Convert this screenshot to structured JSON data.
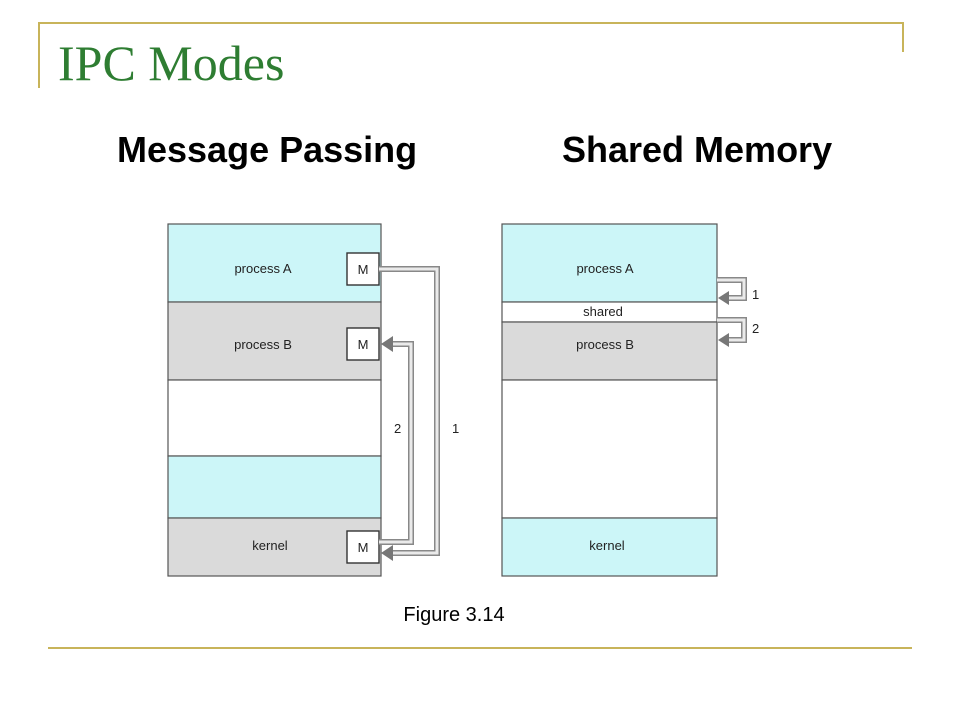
{
  "slide": {
    "title": "IPC Modes",
    "caption": "Figure 3.14",
    "accent_color": "#c8b45a",
    "title_color": "#2e7d32"
  },
  "message_passing": {
    "heading": "Message Passing",
    "process_a": "process A",
    "process_b": "process B",
    "kernel": "kernel",
    "message_box": "M",
    "arrow_1": "1",
    "arrow_2": "2"
  },
  "shared_memory": {
    "heading": "Shared Memory",
    "process_a": "process A",
    "shared": "shared",
    "process_b": "process B",
    "kernel": "kernel",
    "arrow_1": "1",
    "arrow_2": "2"
  },
  "colors": {
    "cyan_fill": "#ccf6f8",
    "gray_fill": "#dadada",
    "white_fill": "#ffffff"
  }
}
